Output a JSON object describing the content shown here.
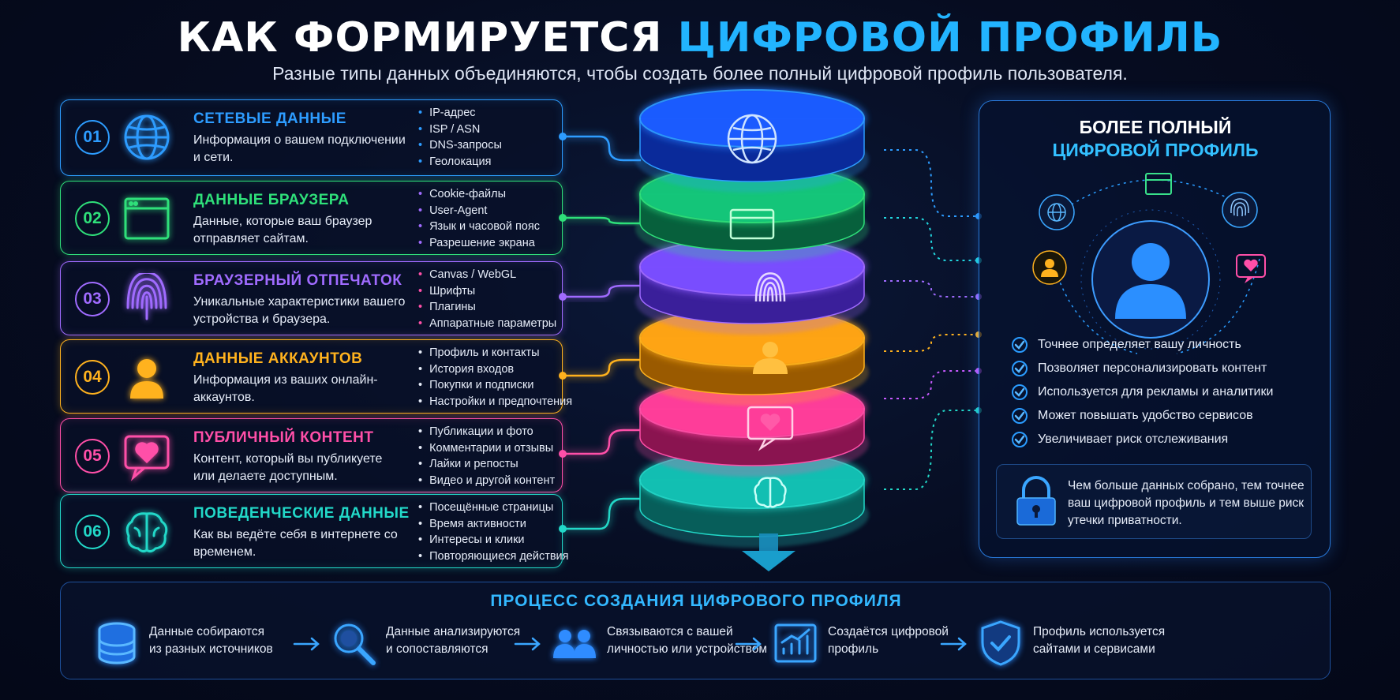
{
  "title": {
    "part1": "КАК ФОРМИРУЕТСЯ",
    "part2": "ЦИФРОВОЙ ПРОФИЛЬ"
  },
  "subtitle": "Разные типы данных объединяются, чтобы создать более полный цифровой профиль пользователя.",
  "colors": {
    "network": "#2d9cff",
    "browser": "#2fe07a",
    "fingerprint": "#a06bff",
    "accounts": "#ffb21e",
    "content": "#ff4fa8",
    "behavior": "#22d8c8",
    "accent": "#22b4ff"
  },
  "cards": [
    {
      "num": "01",
      "icon": "globe-icon",
      "title": "СЕТЕВЫЕ ДАННЫЕ",
      "desc": "Информация о вашем подключении и сети.",
      "items": [
        "IP-адрес",
        "ISP / ASN",
        "DNS-запросы",
        "Геолокация"
      ]
    },
    {
      "num": "02",
      "icon": "browser-window-icon",
      "title": "ДАННЫЕ БРАУЗЕРА",
      "desc": "Данные, которые ваш браузер отправляет сайтам.",
      "items": [
        "Cookie-файлы",
        "User-Agent",
        "Язык и часовой пояс",
        "Разрешение экрана"
      ]
    },
    {
      "num": "03",
      "icon": "fingerprint-icon",
      "title": "БРАУЗЕРНЫЙ ОТПЕЧАТОК",
      "desc": "Уникальные характеристики вашего устройства и браузера.",
      "items": [
        "Canvas / WebGL",
        "Шрифты",
        "Плагины",
        "Аппаратные параметры"
      ]
    },
    {
      "num": "04",
      "icon": "user-icon",
      "title": "ДАННЫЕ АККАУНТОВ",
      "desc": "Информация из ваших онлайн-аккаунтов.",
      "items": [
        "Профиль и контакты",
        "История входов",
        "Покупки и подписки",
        "Настройки и предпочтения"
      ]
    },
    {
      "num": "05",
      "icon": "heart-message-icon",
      "title": "ПУБЛИЧНЫЙ КОНТЕНТ",
      "desc": "Контент, который вы публикуете или делаете доступным.",
      "items": [
        "Публикации и фото",
        "Комментарии и отзывы",
        "Лайки и репосты",
        "Видео и другой контент"
      ]
    },
    {
      "num": "06",
      "icon": "brain-icon",
      "title": "ПОВЕДЕНЧЕСКИЕ ДАННЫЕ",
      "desc": "Как вы ведёте себя в интернете со временем.",
      "items": [
        "Посещённые страницы",
        "Время активности",
        "Интересы и клики",
        "Повторяющиеся действия"
      ]
    }
  ],
  "profile": {
    "title1": "БОЛЕЕ ПОЛНЫЙ",
    "title2": "ЦИФРОВОЙ ПРОФИЛЬ",
    "benefits": [
      "Точнее определяет вашу личность",
      "Позволяет персонализировать контент",
      "Используется для рекламы и аналитики",
      "Может повышать удобство сервисов",
      "Увеличивает риск отслеживания"
    ],
    "note": "Чем больше данных собрано, тем точнее ваш цифровой профиль и тем выше риск утечки приватности."
  },
  "process": {
    "title": "ПРОЦЕСС СОЗДАНИЯ ЦИФРОВОГО ПРОФИЛЯ",
    "steps": [
      {
        "icon": "database-icon",
        "line1": "Данные собираются",
        "line2": "из разных источников"
      },
      {
        "icon": "magnifier-icon",
        "line1": "Данные анализируются",
        "line2": "и сопоставляются"
      },
      {
        "icon": "people-icon",
        "line1": "Связываются с вашей",
        "line2": "личностью или устройством"
      },
      {
        "icon": "chart-icon",
        "line1": "Создаётся цифровой",
        "line2": "профиль"
      },
      {
        "icon": "shield-check-icon",
        "line1": "Профиль используется",
        "line2": "сайтами и сервисами"
      }
    ]
  }
}
